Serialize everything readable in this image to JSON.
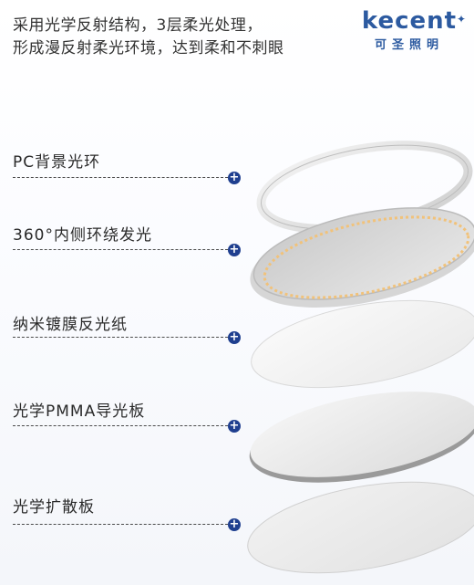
{
  "headline": {
    "line1": "采用光学反射结构，3层柔光处理，",
    "line2": "形成漫反射柔光环境，达到柔和不刺眼"
  },
  "brand": {
    "en": "kecent",
    "cn": "可圣照明",
    "color": "#2c5aa0"
  },
  "layers": [
    {
      "label": "PC背景光环"
    },
    {
      "label": "360°内侧环绕发光"
    },
    {
      "label": "纳米镀膜反光纸"
    },
    {
      "label": "光学PMMA导光板"
    },
    {
      "label": "光学扩散板"
    }
  ],
  "accent": "#1f3f8f",
  "plus_glyph": "+"
}
